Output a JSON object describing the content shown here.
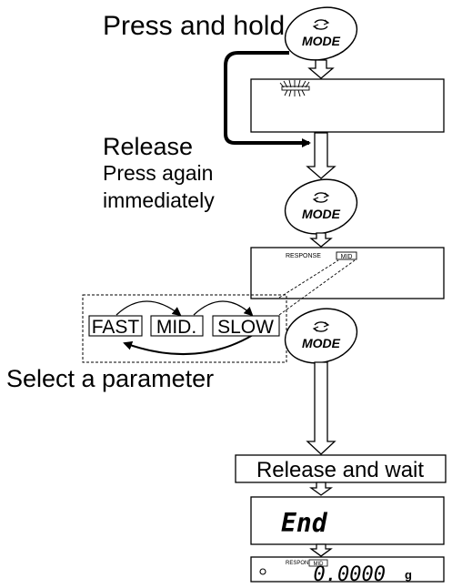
{
  "labels": {
    "press_and_hold": "Press and hold",
    "release": "Release",
    "press_again_line1": "Press again",
    "press_again_line2": "immediately",
    "select_parameter": "Select a parameter",
    "release_and_wait": "Release and wait"
  },
  "mode_button": {
    "label": "MODE",
    "icon": "cycle-arrow-icon"
  },
  "display_response": {
    "label": "RESPONSE",
    "badge": "MID"
  },
  "options": [
    "FAST",
    "MID.",
    "SLOW"
  ],
  "display_end": {
    "text": "End"
  },
  "display_final": {
    "label": "RESPONSE",
    "badge": "MID",
    "value": "0.0000",
    "unit": "g"
  }
}
